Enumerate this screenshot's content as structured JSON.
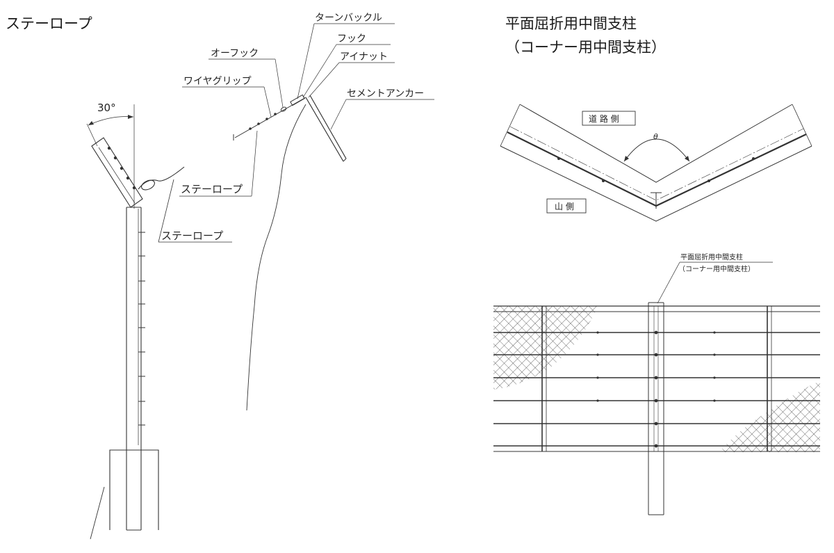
{
  "titles": {
    "left": "ステーロープ",
    "right_line1": "平面屈折用中間支柱",
    "right_line2": "（コーナー用中間支柱）"
  },
  "angle_label": "30°",
  "left_labels": {
    "stay_rope_a": "ステーロープ",
    "stay_rope_b": "ステーロープ",
    "turnbuckle": "ターンバックル",
    "hook": "フック",
    "o_hook": "オーフック",
    "eye_nut": "アイナット",
    "wire_grip": "ワイヤグリップ",
    "cement_anchor": "セメントアンカー"
  },
  "corner_plan": {
    "road_side": "道 路 側",
    "mountain_side": "山 側",
    "theta": "θ"
  },
  "elevation": {
    "callout_line1": "平面屈折用中間支柱",
    "callout_line2": "（コーナー用中間支柱）"
  }
}
